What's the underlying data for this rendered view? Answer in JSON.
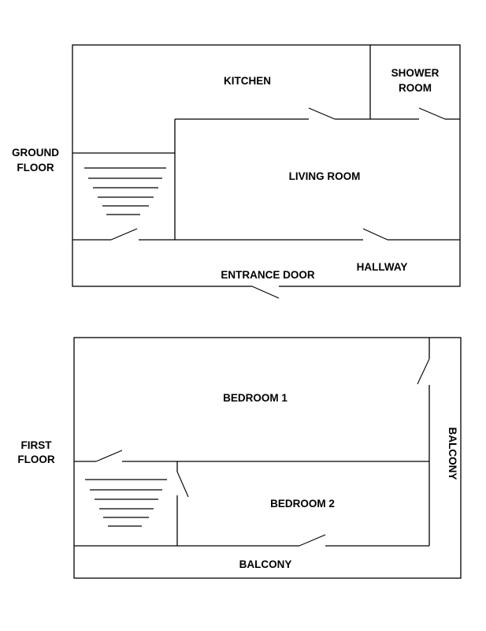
{
  "floors": {
    "ground": {
      "label_line1": "GROUND",
      "label_line2": "FLOOR",
      "kitchen": "KITCHEN",
      "shower_line1": "SHOWER",
      "shower_line2": "ROOM",
      "living_room": "LIVING ROOM",
      "hallway": "HALLWAY",
      "entrance_door": "ENTRANCE DOOR"
    },
    "first": {
      "label_line1": "FIRST",
      "label_line2": "FLOOR",
      "bedroom1": "BEDROOM 1",
      "bedroom2": "BEDROOM 2",
      "balcony_side": "BALCONY",
      "balcony_bottom": "BALCONY"
    }
  }
}
